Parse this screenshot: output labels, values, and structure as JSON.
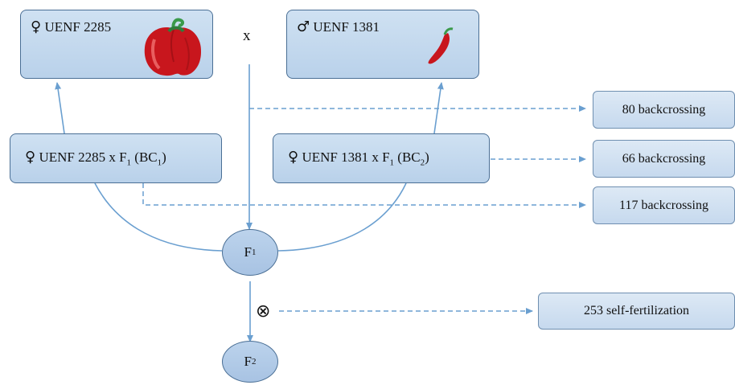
{
  "parents": {
    "female": {
      "symbol": "♀",
      "name": "UENF 2285"
    },
    "male": {
      "symbol": "♂",
      "name": "UENF 1381"
    },
    "cross_symbol": "x"
  },
  "backcross_boxes": {
    "bc1": {
      "symbol": "♀",
      "text": "UENF 2285 x F",
      "f_sub": "1",
      "paren_open": " (BC",
      "bc_sub": "1",
      "paren_close": ")"
    },
    "bc2": {
      "symbol": "♀",
      "text": "UENF 1381 x F",
      "f_sub": "1",
      "paren_open": " (BC",
      "bc_sub": "2",
      "paren_close": ")"
    }
  },
  "generations": {
    "f1": {
      "letter": "F",
      "sub": "1"
    },
    "f2": {
      "letter": "F",
      "sub": "2"
    },
    "selfing_symbol": "⊗"
  },
  "results": {
    "r1": "80 backcrossing",
    "r2": "66 backcrossing",
    "r3": "117 backcrossing",
    "r4": "253 self-fertilization"
  },
  "colors": {
    "line": "#6a9fd0",
    "box_border": "#4a6f95",
    "box_fill": "#c4d8ee",
    "pepper_red": "#c8161d",
    "stem_green": "#3a9a4a"
  }
}
